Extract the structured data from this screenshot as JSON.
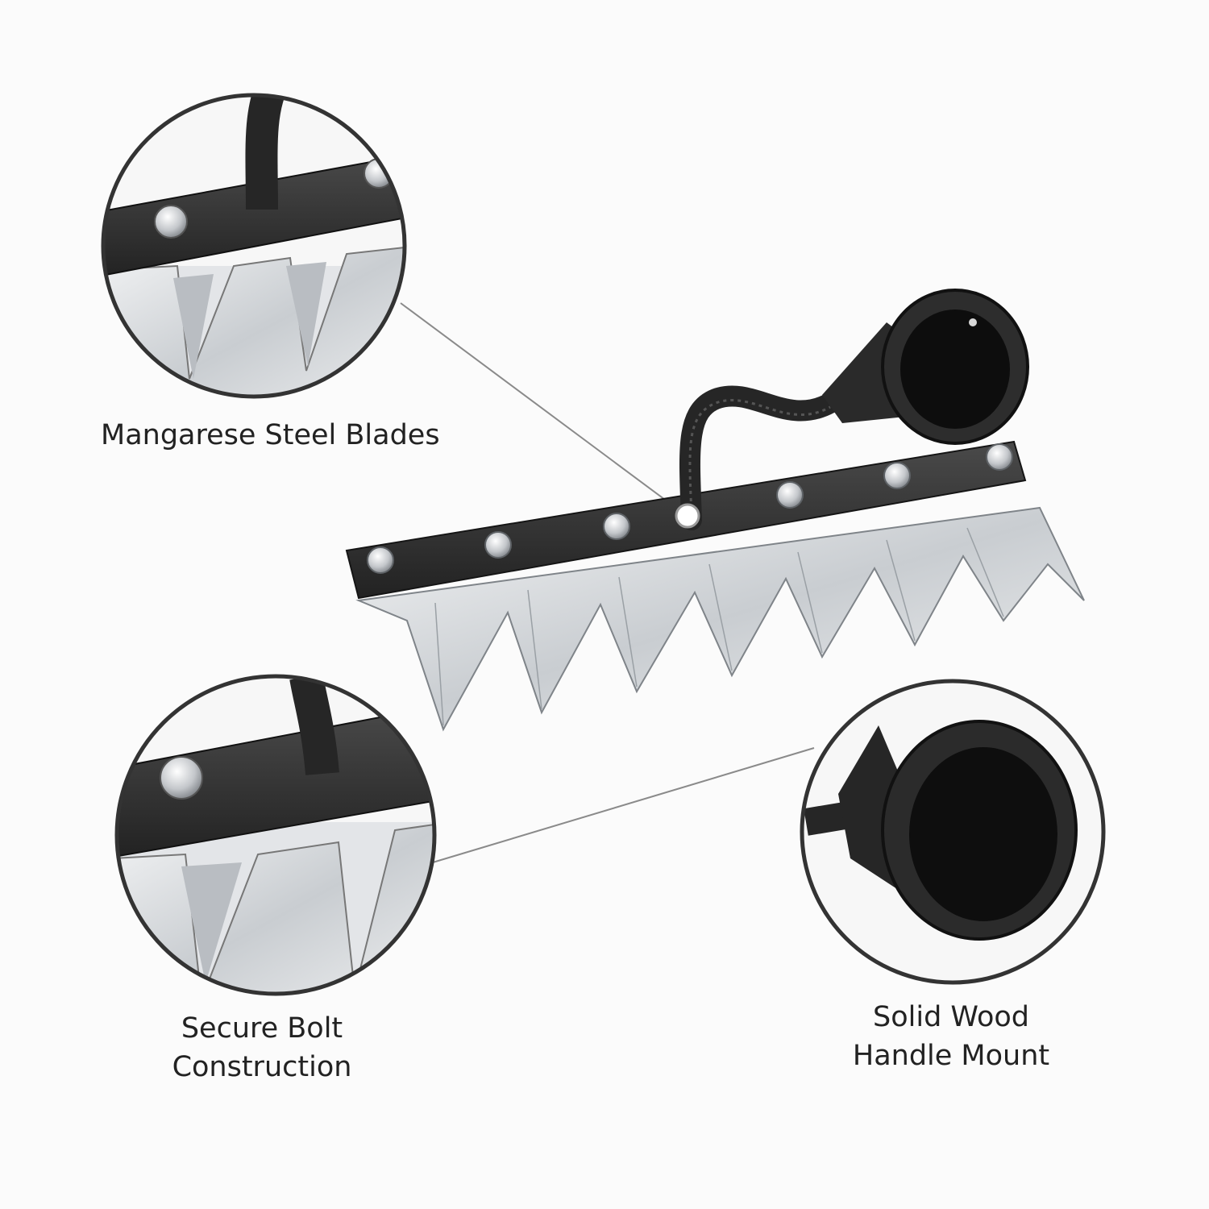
{
  "callouts": {
    "blades": {
      "lines": [
        "Mangarese Steel Blades"
      ]
    },
    "bolt": {
      "lines": [
        "Secure Bolt",
        "Construction"
      ]
    },
    "mount": {
      "lines": [
        "Solid Wood",
        "Handle Mount"
      ]
    }
  },
  "colors": {
    "background": "#fbfbfb",
    "steel_light": "#e9ebed",
    "steel_dark": "#8e9398",
    "iron": "#2b2b2b",
    "bolt": "#c9ccd0",
    "circle_border": "#333333",
    "leader_line": "#8a8a8a"
  },
  "icons": {
    "product": "rake-head-icon",
    "zoom_blades": "blade-closeup-icon",
    "zoom_bolt": "bolt-closeup-icon",
    "zoom_mount": "handle-socket-closeup-icon"
  }
}
